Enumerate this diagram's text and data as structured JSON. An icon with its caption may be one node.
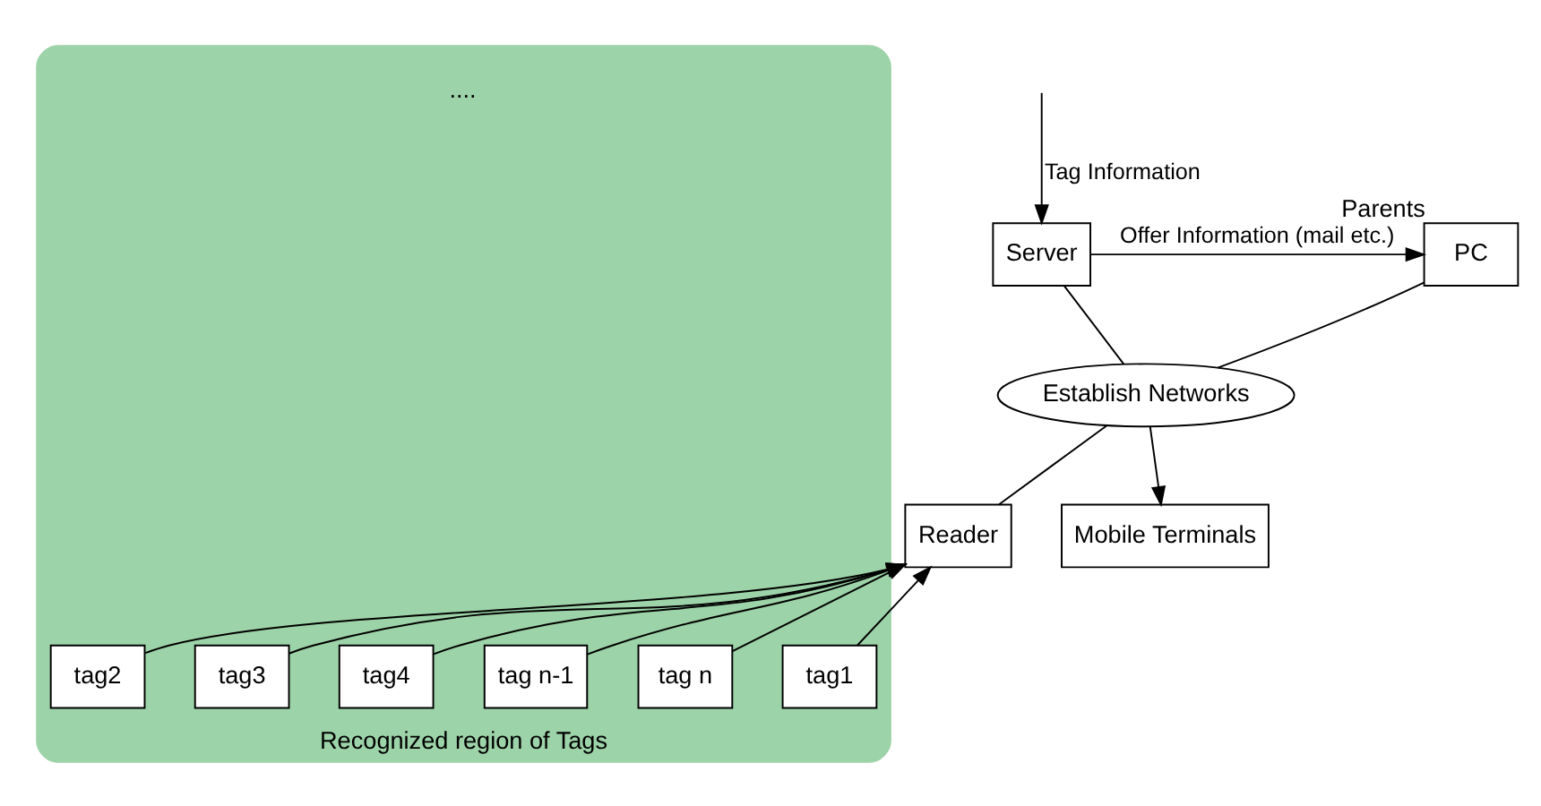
{
  "diagram": {
    "nodes": [
      {
        "text": [
          "Server"
        ]
      },
      {
        "text": [
          "PC"
        ],
        "beside": [
          "Parents"
        ]
      },
      {
        "text": [
          "Establish Networks"
        ]
      },
      {
        "text": [
          "Mobile Terminals"
        ]
      },
      {
        "text": [
          "Reader"
        ]
      },
      {
        "text": [
          "Recognized region of Tags"
        ]
      },
      {
        "text": [
          "tag1"
        ],
        "in": 5
      },
      {
        "text": [
          "tag2"
        ],
        "in": 5
      },
      {
        "text": [
          "tag3"
        ],
        "in": 5
      },
      {
        "text": [
          "tag4"
        ],
        "in": 5
      },
      {
        "text": [
          "tag n-1"
        ],
        "in": 5
      },
      {
        "text": [
          "tag n"
        ],
        "in": 5
      }
    ],
    "edges": [
      {
        "from": 0,
        "to": 2,
        "arrow": "none"
      },
      {
        "from": 1,
        "to": 2,
        "arrow": "none"
      },
      {
        "from": 0,
        "to": 1,
        "arrow": "to",
        "label": "Offer Information (mail etc.)"
      },
      {
        "from": null,
        "to": 0,
        "arrow": "to",
        "label": "Tag Information"
      },
      {
        "from": 2,
        "to": 4,
        "arrow": "none"
      },
      {
        "from": 2,
        "to": 3,
        "arrow": "to"
      },
      {
        "from": 6,
        "to": 4,
        "arrow": "to"
      },
      {
        "from": 7,
        "to": 4,
        "arrow": "to"
      },
      {
        "from": 8,
        "to": 4,
        "arrow": "to"
      },
      {
        "from": 9,
        "to": 4,
        "arrow": "to"
      },
      {
        "from": 10,
        "to": 4,
        "arrow": "to"
      },
      {
        "from": 11,
        "to": 4,
        "arrow": "to"
      }
    ],
    "labels": [
      "...."
    ]
  }
}
